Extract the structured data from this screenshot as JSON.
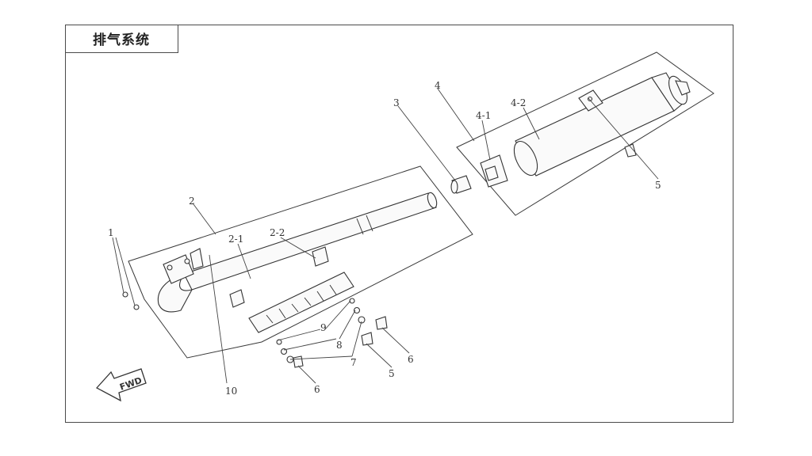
{
  "title": "排气系统",
  "labels": {
    "l1": "1",
    "l2": "2",
    "l2_1": "2-1",
    "l2_2": "2-2",
    "l3": "3",
    "l4": "4",
    "l4_1": "4-1",
    "l4_2": "4-2",
    "l5a": "5",
    "l5b": "5",
    "l6a": "6",
    "l6b": "6",
    "l7": "7",
    "l8": "8",
    "l9": "9",
    "l10": "10"
  },
  "fwd_label": "FWD"
}
